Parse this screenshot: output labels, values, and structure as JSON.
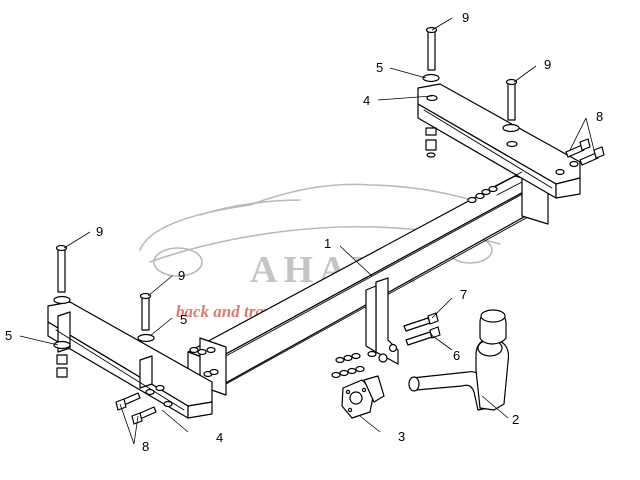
{
  "watermark": {
    "brand": "AHAKA",
    "tagline": "back and travel",
    "brand_color": "#c4c4c4",
    "tagline_color": "#e07a6e"
  },
  "callouts": {
    "crossbar": "1",
    "towball": "2",
    "socket_plate": "3",
    "bracket_right": "4",
    "bracket_left": "4",
    "washer_right": "5",
    "washer_left_outer": "5",
    "washer_left_inner": "5",
    "bolts_neck": "6",
    "nut_neck": "7",
    "bolts_right": "8",
    "bolts_left": "8",
    "stud_right_a": "9",
    "stud_right_b": "9",
    "stud_left_a": "9",
    "stud_left_b": "9"
  }
}
